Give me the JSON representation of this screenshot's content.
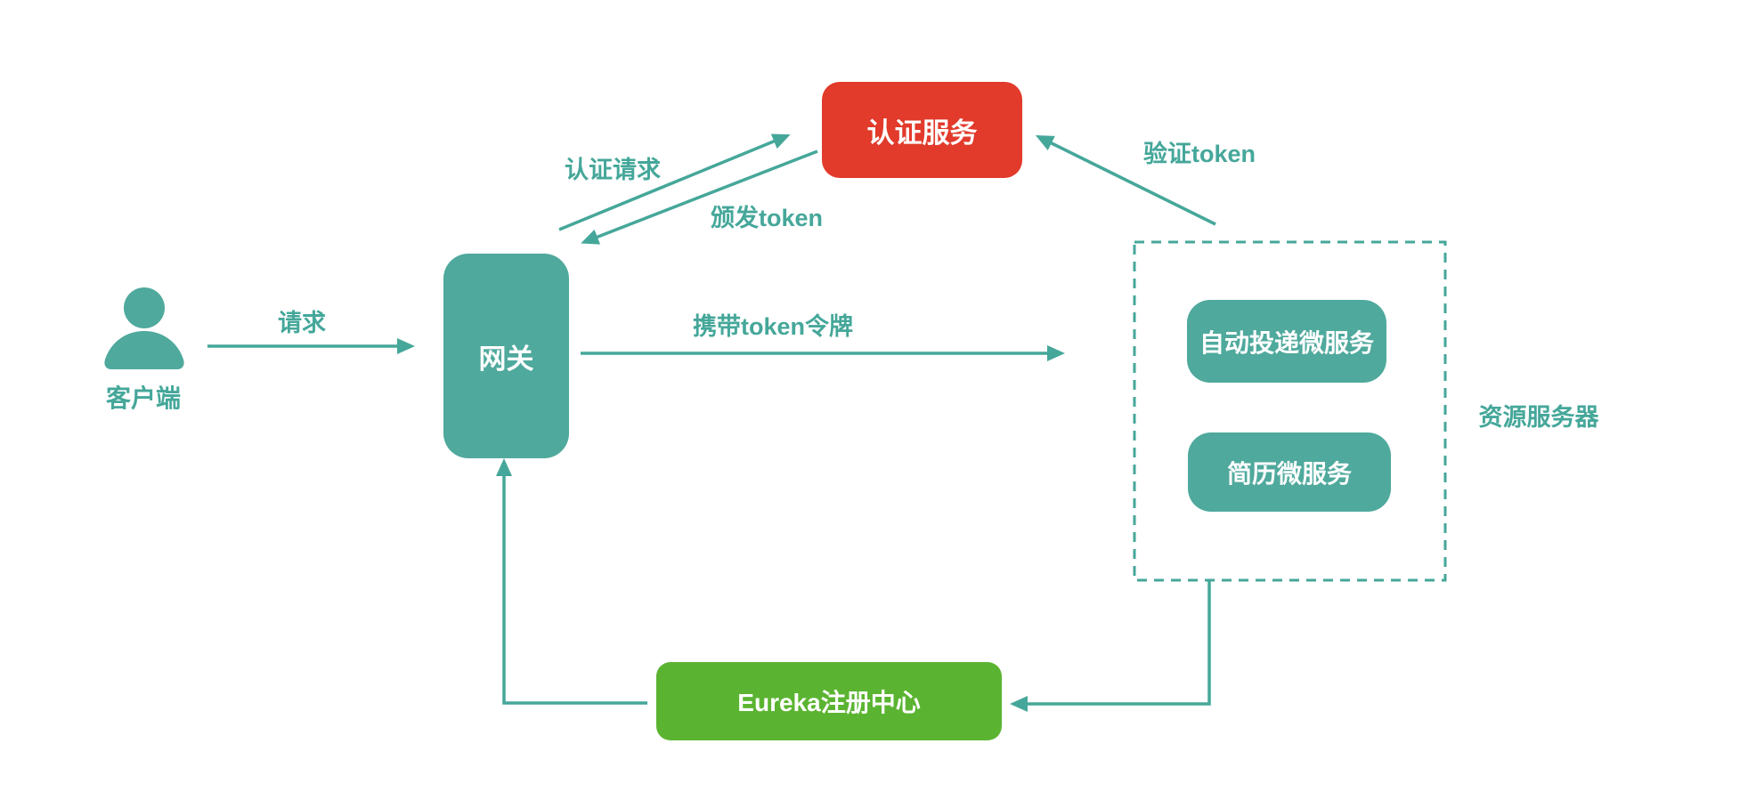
{
  "diagram_title": "",
  "colors": {
    "teal_fill": "#4FA99D",
    "teal_line": "#45A79A",
    "red_fill": "#E23A2B",
    "green_fill": "#5BB431",
    "box_text": "#FFFFFF",
    "background": "#FFFFFF"
  },
  "nodes": {
    "client": {
      "label": "客户端",
      "icon": "person-icon"
    },
    "gateway": {
      "label": "网关"
    },
    "auth_service": {
      "label": "认证服务"
    },
    "resource_server": {
      "label": "资源服务器",
      "services": [
        {
          "label": "自动投递微服务"
        },
        {
          "label": "简历微服务"
        }
      ]
    },
    "eureka": {
      "label": "Eureka注册中心"
    }
  },
  "edges": {
    "request": {
      "label": "请求",
      "from": "client",
      "to": "gateway"
    },
    "auth_request": {
      "label": "认证请求",
      "from": "gateway",
      "to": "auth_service"
    },
    "issue_token": {
      "label": "颁发token",
      "from": "auth_service",
      "to": "gateway"
    },
    "verify_token": {
      "label": "验证token",
      "from": "resource_server",
      "to": "auth_service"
    },
    "carry_token": {
      "label": "携带token令牌",
      "from": "gateway",
      "to": "resource_server"
    },
    "resource_to_eureka": {
      "label": "",
      "from": "resource_server",
      "to": "eureka"
    },
    "eureka_to_gateway": {
      "label": "",
      "from": "eureka",
      "to": "gateway"
    }
  }
}
